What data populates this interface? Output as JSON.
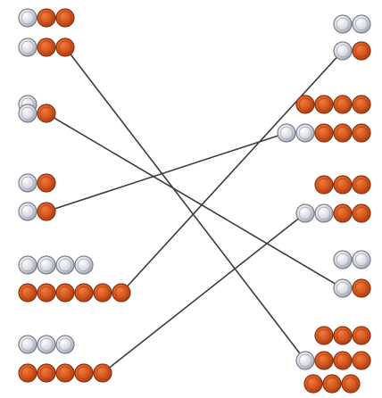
{
  "colors": {
    "orange_coin": "#d4561d",
    "orange_edge": "#8f3210",
    "silver_coin": "#d8dae2",
    "silver_edge": "#7c7f8e",
    "line": "#3b3b3b",
    "background": "#ffffff"
  },
  "left_groups": [
    {
      "silver": 1,
      "orange": 2
    },
    {
      "silver": 1,
      "orange": 2
    },
    {
      "silver": 1,
      "orange": 0
    },
    {
      "silver": 1,
      "orange": 1
    },
    {
      "silver": 1,
      "orange": 1
    },
    {
      "silver": 1,
      "orange": 1
    },
    {
      "silver": 4,
      "orange": 0
    },
    {
      "silver": 0,
      "orange": 6
    },
    {
      "silver": 3,
      "orange": 0
    },
    {
      "silver": 0,
      "orange": 5
    }
  ],
  "right_groups": [
    {
      "silver": 2,
      "orange": 0
    },
    {
      "silver": 1,
      "orange": 1
    },
    {
      "silver": 0,
      "orange": 4
    },
    {
      "silver": 2,
      "orange": 3
    },
    {
      "silver": 0,
      "orange": 3
    },
    {
      "silver": 2,
      "orange": 2
    },
    {
      "silver": 2,
      "orange": 0
    },
    {
      "silver": 1,
      "orange": 1
    },
    {
      "silver": 0,
      "orange": 3
    },
    {
      "silver": 1,
      "orange": 3
    },
    {
      "silver": 0,
      "orange": 3
    }
  ],
  "connections": [
    {
      "from": "left-group-1",
      "to": "right-group-9"
    },
    {
      "from": "left-group-3",
      "to": "right-group-7"
    },
    {
      "from": "left-group-5",
      "to": "right-group-3"
    },
    {
      "from": "left-group-7",
      "to": "right-group-1"
    },
    {
      "from": "left-group-9",
      "to": "right-group-5"
    }
  ]
}
